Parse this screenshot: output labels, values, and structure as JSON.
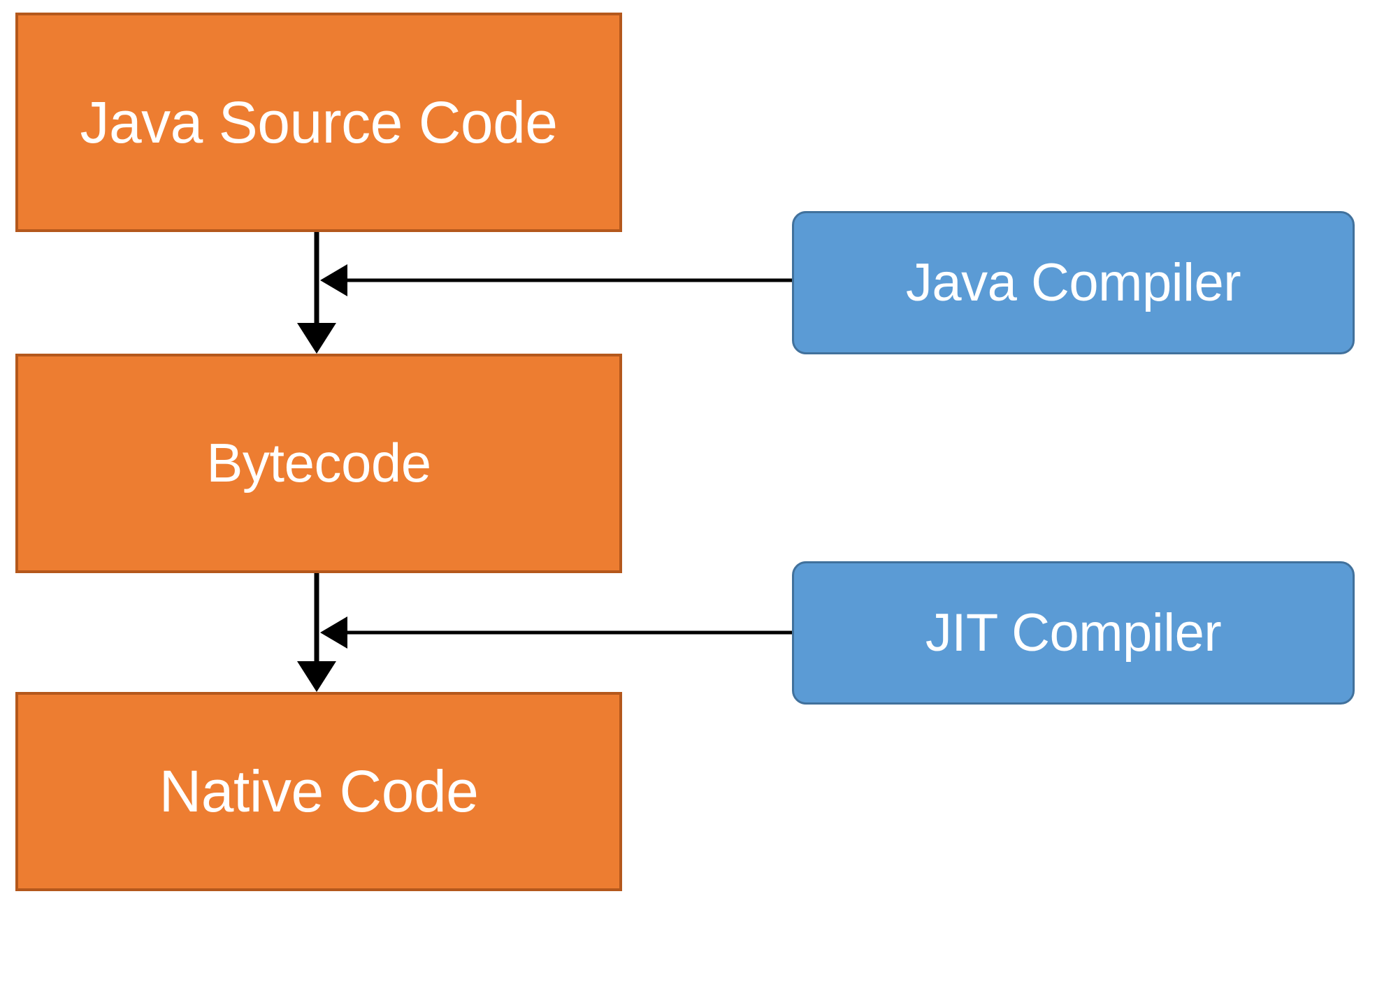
{
  "diagram": {
    "title": "Java Source Code to Native Code compilation flow",
    "background_color": "#ffffff",
    "colors": {
      "process_fill": "#ed7d31",
      "process_border": "#b4581c",
      "compiler_fill": "#5b9bd5",
      "compiler_border": "#41719c",
      "label_text": "#ffffff",
      "connector": "#000000"
    }
  },
  "nodes": [
    {
      "id": "java-source-code",
      "label": "Java Source Code",
      "shape": "rectangle",
      "kind": "process"
    },
    {
      "id": "bytecode",
      "label": "Bytecode",
      "shape": "rectangle",
      "kind": "process"
    },
    {
      "id": "native-code",
      "label": "Native Code",
      "shape": "rectangle",
      "kind": "process"
    },
    {
      "id": "java-compiler",
      "label": "Java Compiler",
      "shape": "rounded-rectangle",
      "kind": "compiler"
    },
    {
      "id": "jit-compiler",
      "label": "JIT Compiler",
      "shape": "rounded-rectangle",
      "kind": "compiler"
    }
  ],
  "edges": [
    {
      "id": "edge-source-to-bytecode",
      "from": "java-source-code",
      "to": "bytecode",
      "direction": "down",
      "arrowhead": "end",
      "label": ""
    },
    {
      "id": "edge-bytecode-to-native",
      "from": "bytecode",
      "to": "native-code",
      "direction": "down",
      "arrowhead": "end",
      "label": ""
    },
    {
      "id": "edge-javacompiler-to-edge1",
      "from": "java-compiler",
      "to": "edge-source-to-bytecode",
      "direction": "left",
      "arrowhead": "end",
      "label": ""
    },
    {
      "id": "edge-jitcompiler-to-edge2",
      "from": "jit-compiler",
      "to": "edge-bytecode-to-native",
      "direction": "left",
      "arrowhead": "end",
      "label": ""
    }
  ]
}
